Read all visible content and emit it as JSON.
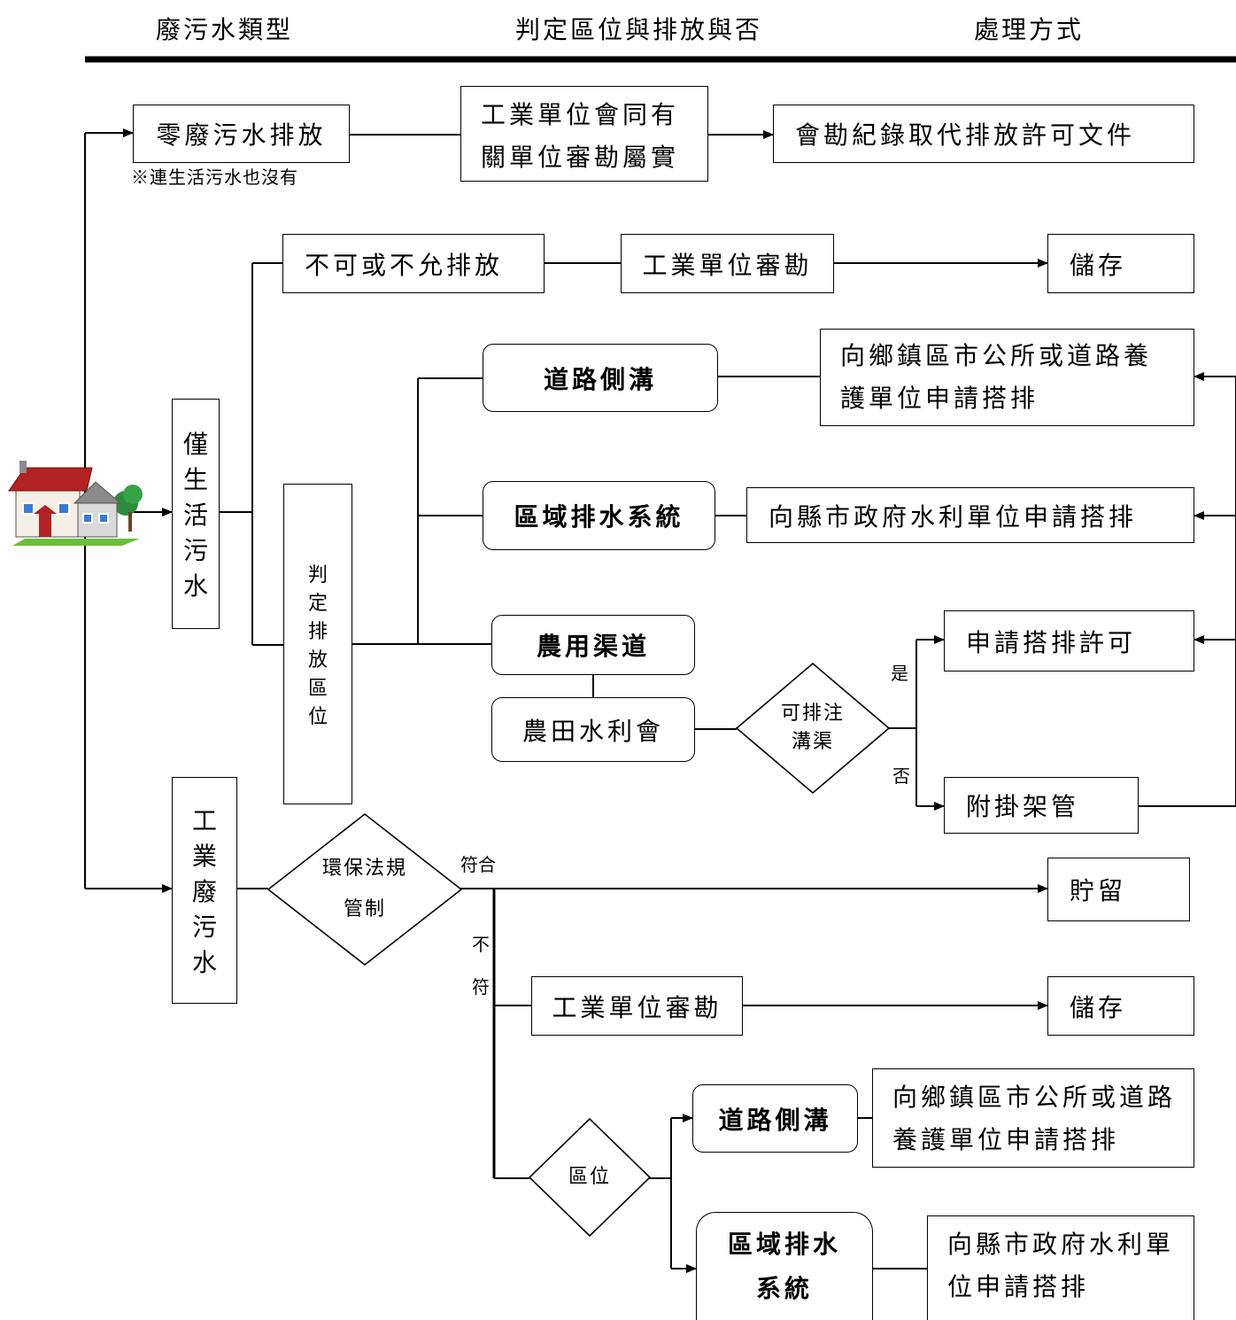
{
  "header": {
    "col1": "廢污水類型",
    "col2": "判定區位與排放與否",
    "col3": "處理方式"
  },
  "zero": {
    "title": "零廢污水排放",
    "note": "※連生活污水也沒有",
    "audit_line1": "工業單位會同有",
    "audit_line2": "關單位審勘屬實",
    "result": "會勘紀錄取代排放許可文件"
  },
  "domestic": {
    "type_chars": [
      "僅",
      "生",
      "活",
      "污",
      "水"
    ],
    "not_allowed": "不可或不允排放",
    "audit": "工業單位審勘",
    "storage": "儲存",
    "judge_chars": [
      "判",
      "定",
      "排",
      "放",
      "區",
      "位"
    ],
    "road_ditch": "道路側溝",
    "road_apply_line1": "向鄉鎮區市公所或道路養",
    "road_apply_line2": "護單位申請搭排",
    "regional": "區域排水系統",
    "regional_apply": "向縣市政府水利單位申請搭排",
    "farm_channel": "農用渠道",
    "irrigation": "農田水利會",
    "can_discharge_line1": "可排注",
    "can_discharge_line2": "溝渠",
    "yes": "是",
    "no": "否",
    "apply_permit": "申請搭排許可",
    "pipe": "附掛架管"
  },
  "industrial": {
    "type_chars": [
      "工",
      "業",
      "廢",
      "污",
      "水"
    ],
    "regulation_line1": "環保法規",
    "regulation_line2": "管制",
    "comply": "符合",
    "not_comply_1": "不",
    "not_comply_2": "符",
    "retain": "貯留",
    "audit": "工業單位審勘",
    "storage": "儲存",
    "location": "區位",
    "road_ditch": "道路側溝",
    "road_apply_line1": "向鄉鎮區市公所或道路",
    "road_apply_line2": "養護單位申請搭排",
    "regional_line1": "區域排水",
    "regional_line2": "系統",
    "regional_apply_line1": "向縣市政府水利單",
    "regional_apply_line2": "位申請搭排"
  },
  "colors": {
    "line": "#000000",
    "roof": "#b22222",
    "wall": "#f4f0e6",
    "tree": "#2e8b3d",
    "lawn": "#6abf3a"
  },
  "icons": {
    "source": "house-icon"
  }
}
